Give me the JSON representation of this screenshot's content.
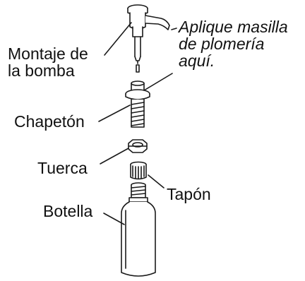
{
  "labels": {
    "pump_assembly": [
      "Montaje de",
      "la bomba"
    ],
    "apply_putty": [
      "Aplique masilla",
      "de plomería",
      "aquí."
    ],
    "flange": "Chapetón",
    "nut": "Tuerca",
    "cap": "Tapón",
    "bottle": "Botella"
  },
  "colors": {
    "stroke": "#1a1a1a",
    "fill": "#ffffff"
  }
}
